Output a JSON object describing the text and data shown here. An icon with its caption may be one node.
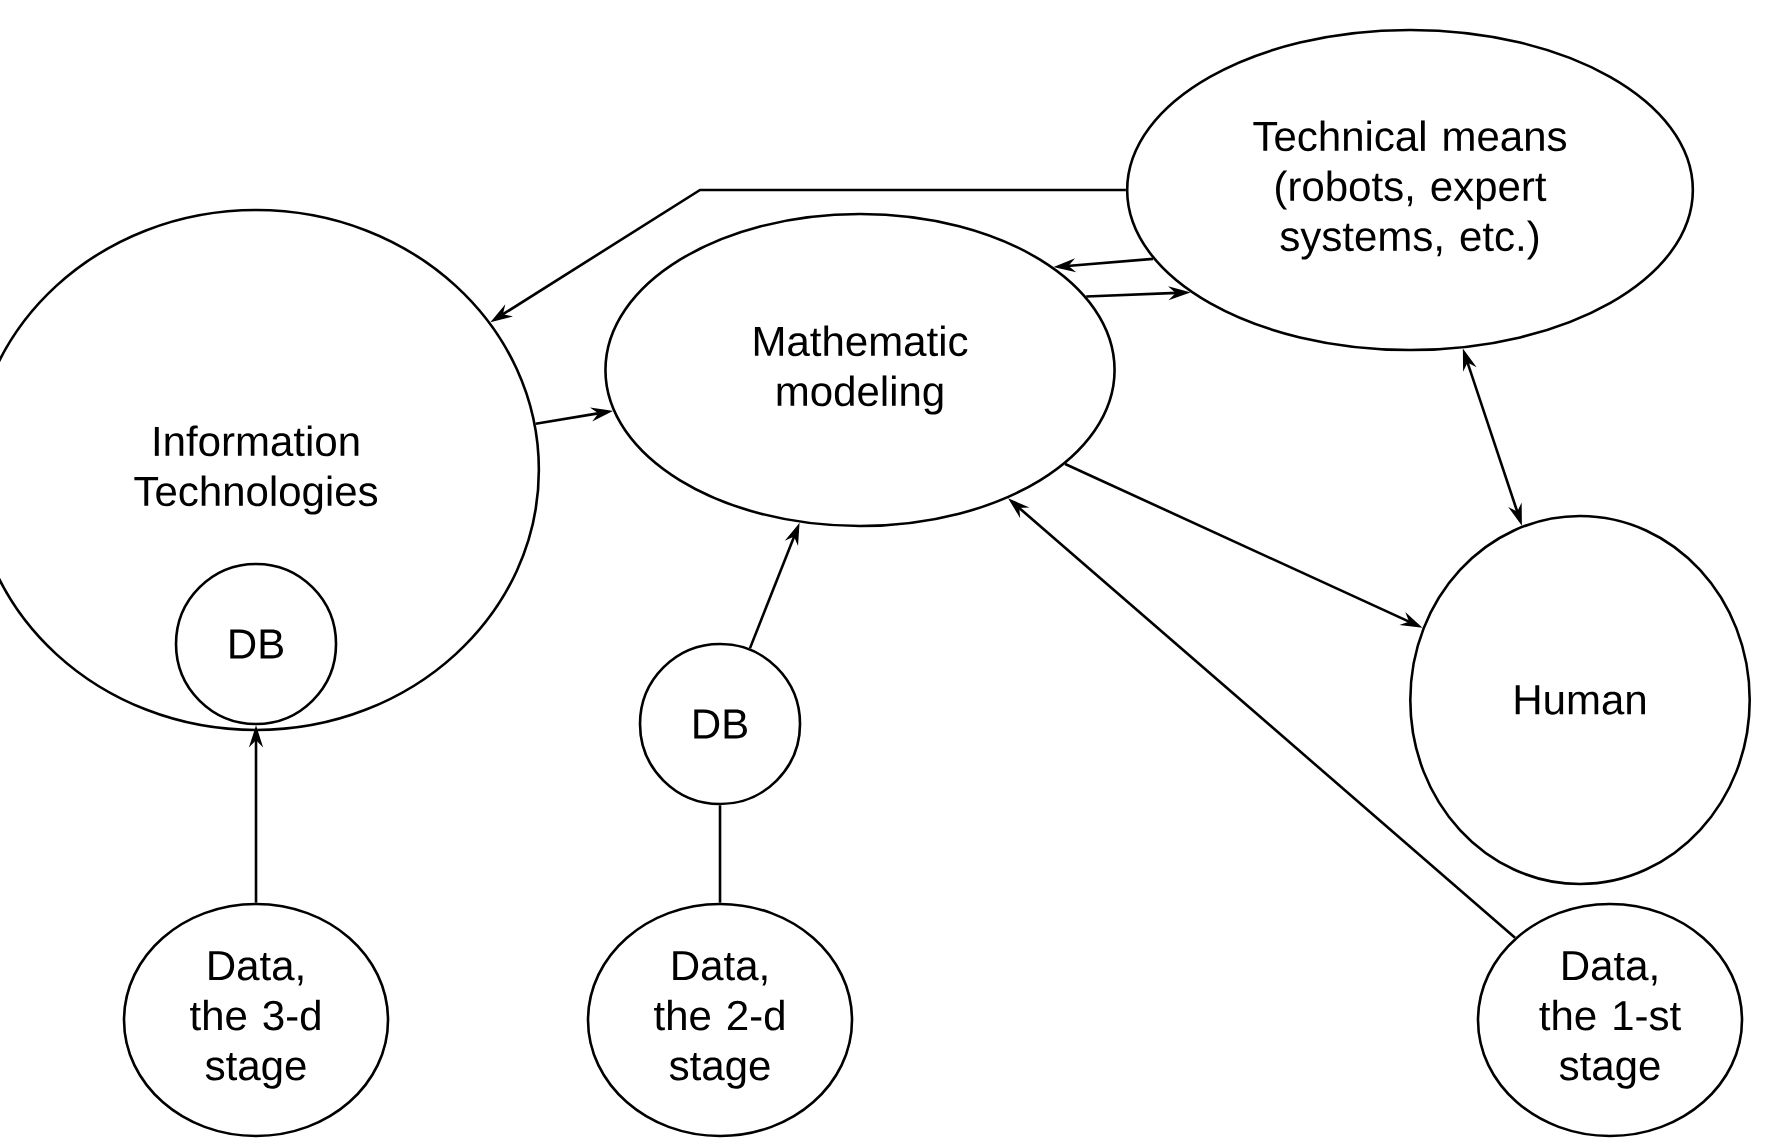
{
  "diagram": {
    "nodes": [
      {
        "text": [
          "Technical means (robots, expert systems, etc.)"
        ]
      },
      {
        "text": [
          "Information Technologies"
        ]
      },
      {
        "text": [
          "DB"
        ],
        "in": 1
      },
      {
        "text": [
          "Mathematic modeling"
        ]
      },
      {
        "text": [
          "Human"
        ]
      },
      {
        "text": [
          "DB"
        ]
      },
      {
        "text": [
          "Data, the 3-d stage"
        ]
      },
      {
        "text": [
          "Data, the 2-d stage"
        ]
      },
      {
        "text": [
          "Data, the 1-st stage"
        ]
      }
    ],
    "edges": [
      {
        "from": 0,
        "to": 1,
        "arrow": "to"
      },
      {
        "from": 0,
        "to": 3,
        "arrow": "to"
      },
      {
        "from": 3,
        "to": 0,
        "arrow": "to"
      },
      {
        "from": 0,
        "to": 4,
        "arrow": "both"
      },
      {
        "from": 1,
        "to": 3,
        "arrow": "to"
      },
      {
        "from": 3,
        "to": 4,
        "arrow": "to"
      },
      {
        "from": 6,
        "to": 2,
        "arrow": "to"
      },
      {
        "from": 5,
        "to": 3,
        "arrow": "to"
      },
      {
        "from": 7,
        "to": 5,
        "arrow": "none"
      },
      {
        "from": 8,
        "to": 3,
        "arrow": "to"
      }
    ]
  }
}
